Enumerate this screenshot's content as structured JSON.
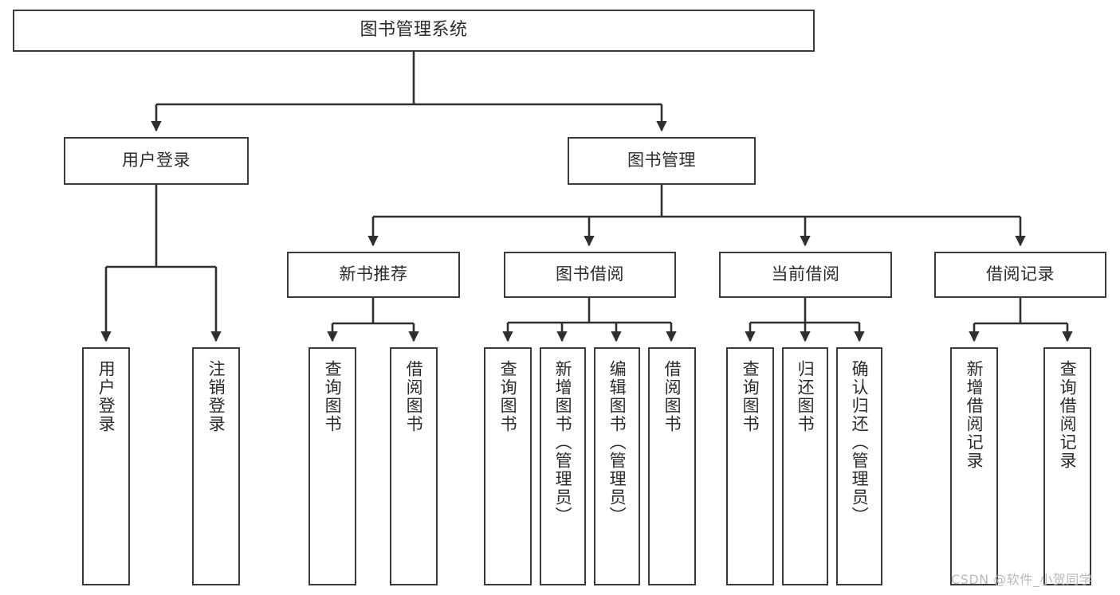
{
  "diagram": {
    "title": "图书管理系统",
    "type": "tree-hierarchy-diagram",
    "colors": {
      "box_border": "#3a3a3a",
      "box_fill": "#ffffff",
      "edge": "#2f2f2f",
      "text": "#2b2b2b",
      "watermark": "#b9b9b9",
      "background": "#ffffff"
    },
    "root": {
      "id": "root",
      "label": "图书管理系统"
    },
    "level1": [
      {
        "id": "user-login",
        "label": "用户登录"
      },
      {
        "id": "book-management",
        "label": "图书管理"
      }
    ],
    "level2": [
      {
        "id": "new-book-recommend",
        "label": "新书推荐",
        "parent": "book-management"
      },
      {
        "id": "book-borrow",
        "label": "图书借阅",
        "parent": "book-management"
      },
      {
        "id": "current-borrow",
        "label": "当前借阅",
        "parent": "book-management"
      },
      {
        "id": "borrow-record",
        "label": "借阅记录",
        "parent": "book-management"
      }
    ],
    "leaves": {
      "user_login": [
        {
          "id": "leaf-user-login",
          "label": "用户登录"
        },
        {
          "id": "leaf-logout",
          "label": "注销登录"
        }
      ],
      "new_book_recommend": [
        {
          "id": "leaf-query-book-1",
          "label": "查询图书"
        },
        {
          "id": "leaf-borrow-book-1",
          "label": "借阅图书"
        }
      ],
      "book_borrow": [
        {
          "id": "leaf-query-book-2",
          "label": "查询图书"
        },
        {
          "id": "leaf-add-book",
          "label": "新增图书（管理员）"
        },
        {
          "id": "leaf-edit-book",
          "label": "编辑图书（管理员）"
        },
        {
          "id": "leaf-borrow-book-2",
          "label": "借阅图书"
        }
      ],
      "current_borrow": [
        {
          "id": "leaf-query-book-3",
          "label": "查询图书"
        },
        {
          "id": "leaf-return-book",
          "label": "归还图书"
        },
        {
          "id": "leaf-confirm-return",
          "label": "确认归还（管理员）"
        }
      ],
      "borrow_record": [
        {
          "id": "leaf-add-record",
          "label": "新增借阅记录"
        },
        {
          "id": "leaf-query-record",
          "label": "查询借阅记录"
        }
      ]
    },
    "watermark": "CSDN @软件_小贺同学"
  }
}
